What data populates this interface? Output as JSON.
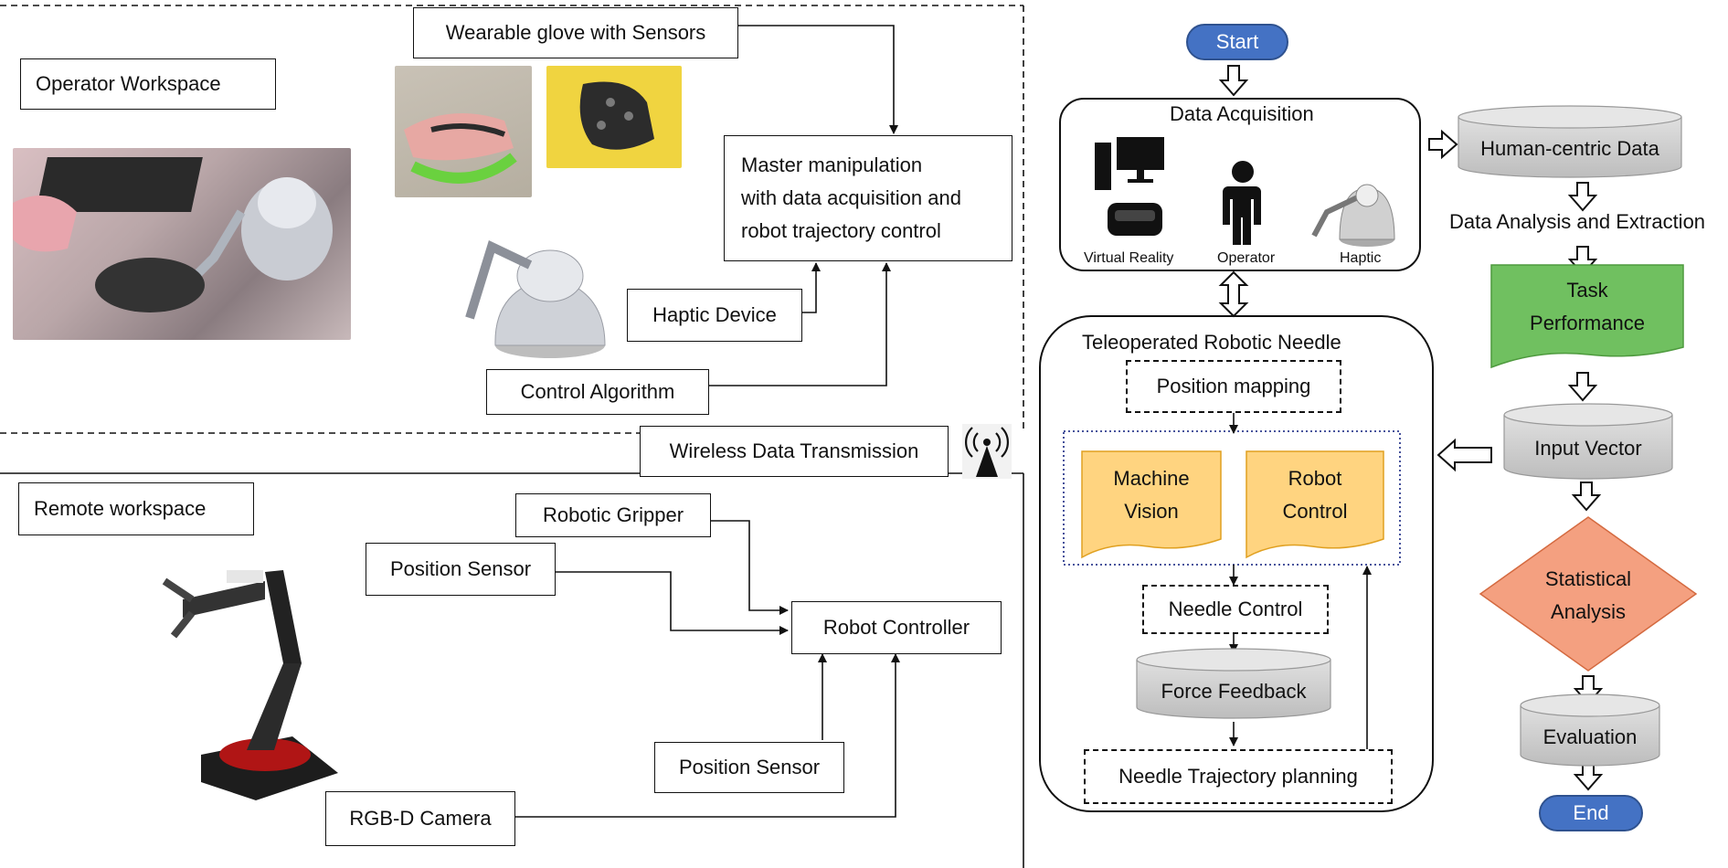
{
  "left_panel": {
    "operator_workspace": "Operator Workspace",
    "glove": "Wearable glove with Sensors",
    "master": [
      "Master manipulation",
      "with data acquisition and",
      "robot trajectory control"
    ],
    "haptic_device": "Haptic Device",
    "control_algorithm": "Control Algorithm",
    "wireless": "Wireless Data Transmission",
    "remote_workspace": "Remote workspace",
    "robotic_gripper": "Robotic Gripper",
    "position_sensor_1": "Position Sensor",
    "robot_controller": "Robot Controller",
    "position_sensor_2": "Position Sensor",
    "rgbd_camera": "RGB-D Camera"
  },
  "right_panel": {
    "start": "Start",
    "data_acquisition": "Data Acquisition",
    "virtual_reality": "Virtual Reality",
    "operator": "Operator",
    "haptic": "Haptic",
    "teleop_title": "Teleoperated Robotic Needle",
    "position_mapping": "Position mapping",
    "machine_vision": [
      "Machine",
      "Vision"
    ],
    "robot_control": [
      "Robot",
      "Control"
    ],
    "needle_control": "Needle Control",
    "force_feedback": "Force Feedback",
    "needle_trajectory": "Needle Trajectory planning",
    "human_centric": "Human-centric Data",
    "data_analysis": "Data Analysis and Extraction",
    "task_performance": [
      "Task",
      "Performance"
    ],
    "input_vector": "Input Vector",
    "statistical_analysis": [
      "Statistical",
      "Analysis"
    ],
    "evaluation": "Evaluation",
    "end": "End"
  },
  "colors": {
    "pill_blue": "#4472c4",
    "doc_yellow": "#ffd480",
    "doc_green": "#70c060",
    "diamond_orange": "#f4a080",
    "cylinder_gray": "#c8c8c8"
  }
}
